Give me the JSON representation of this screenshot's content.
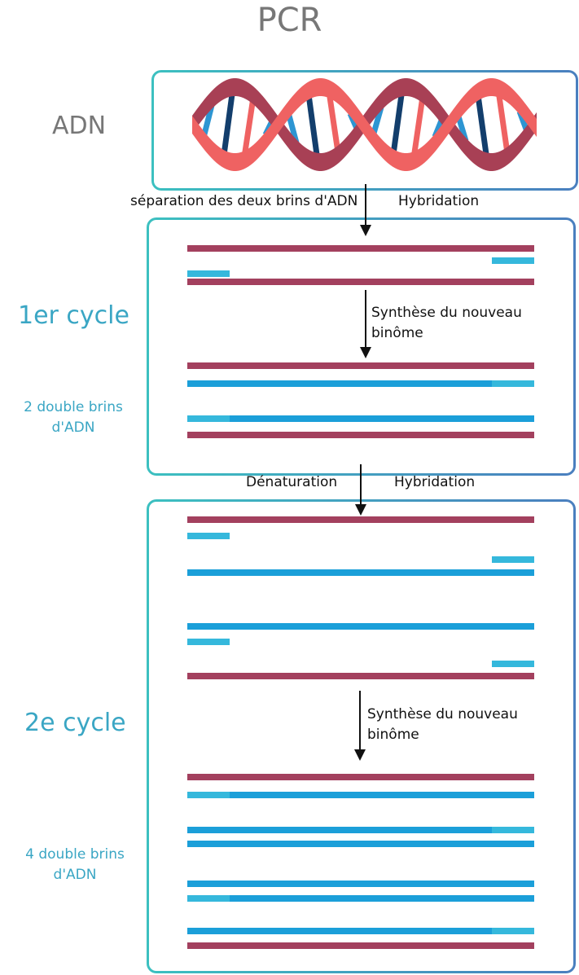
{
  "title": "PCR",
  "labels": {
    "adn": "ADN",
    "cycle1": "1er cycle",
    "cycle1_result": [
      "2 double brins",
      "d'ADN"
    ],
    "cycle2": "2e cycle",
    "cycle2_result": [
      "4 double brins",
      "d'ADN"
    ]
  },
  "steps": {
    "separation": "séparation des deux brins d'ADN",
    "hybridation_1": "Hybridation",
    "synthese_1": [
      "Synthèse du nouveau",
      "binôme"
    ],
    "denaturation": "Dénaturation",
    "hybridation_2": "Hybridation",
    "synthese_2": [
      "Synthèse du nouveau",
      "binôme"
    ]
  },
  "colors": {
    "template_strand": "#a3405e",
    "new_strand": "#1b9fd9",
    "primer": "#35b8dc",
    "helix_front": "#ef6262",
    "helix_back": "#a84055",
    "box_border_start": "#3cc0c0",
    "box_border_end": "#4a7fbf"
  }
}
